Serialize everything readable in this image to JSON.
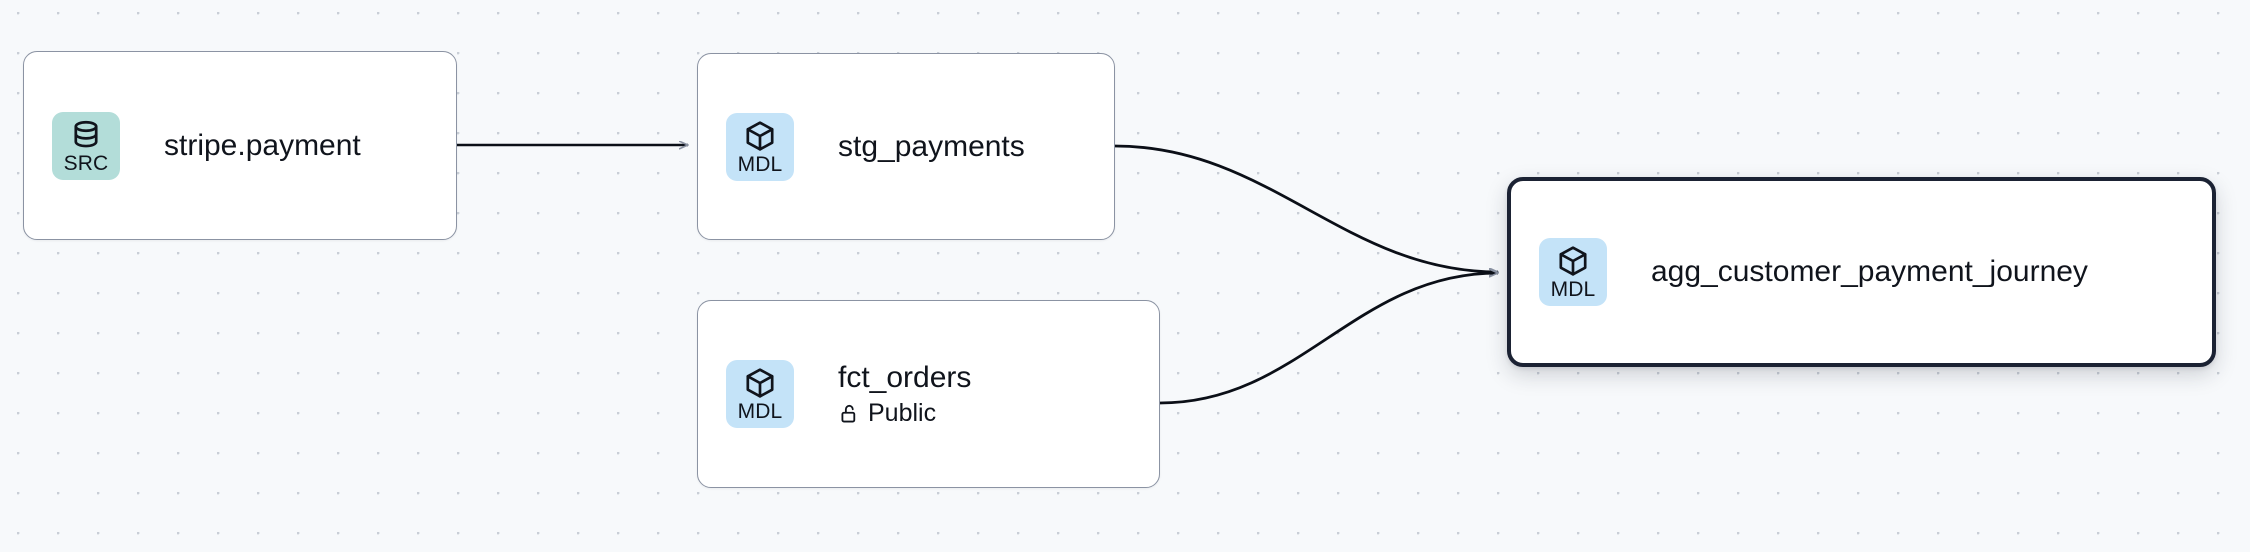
{
  "canvas": {
    "background_color": "#f7f9fb",
    "dot_color": "#c9ced6"
  },
  "graph": {
    "title": "data lineage graph",
    "nodes": [
      {
        "id": "stripe-payment",
        "title": "stripe.payment",
        "badge_label": "SRC",
        "badge_icon": "database-icon",
        "badge_color": "#b3ddd9",
        "subtitle": null,
        "subtitle_icon": null,
        "selected": false
      },
      {
        "id": "stg-payments",
        "title": "stg_payments",
        "badge_label": "MDL",
        "badge_icon": "cube-icon",
        "badge_color": "#c4e3f8",
        "subtitle": null,
        "subtitle_icon": null,
        "selected": false
      },
      {
        "id": "fct-orders",
        "title": "fct_orders",
        "badge_label": "MDL",
        "badge_icon": "cube-icon",
        "badge_color": "#c4e3f8",
        "subtitle": "Public",
        "subtitle_icon": "unlock-icon",
        "selected": false
      },
      {
        "id": "agg-customer-payment-journey",
        "title": "agg_customer_payment_journey",
        "badge_label": "MDL",
        "badge_icon": "cube-icon",
        "badge_color": "#c4e3f8",
        "subtitle": null,
        "subtitle_icon": null,
        "selected": true
      }
    ],
    "edges": [
      {
        "id": "e1",
        "from": "stripe-payment",
        "to": "stg-payments",
        "style": "straight",
        "color": "#0b0f17"
      },
      {
        "id": "e2",
        "from": "stg-payments",
        "to": "agg-customer-payment-journey",
        "style": "bezier",
        "color": "#0b0f17"
      },
      {
        "id": "e3",
        "from": "fct-orders",
        "to": "agg-customer-payment-journey",
        "style": "bezier",
        "color": "#0b0f17"
      }
    ]
  }
}
